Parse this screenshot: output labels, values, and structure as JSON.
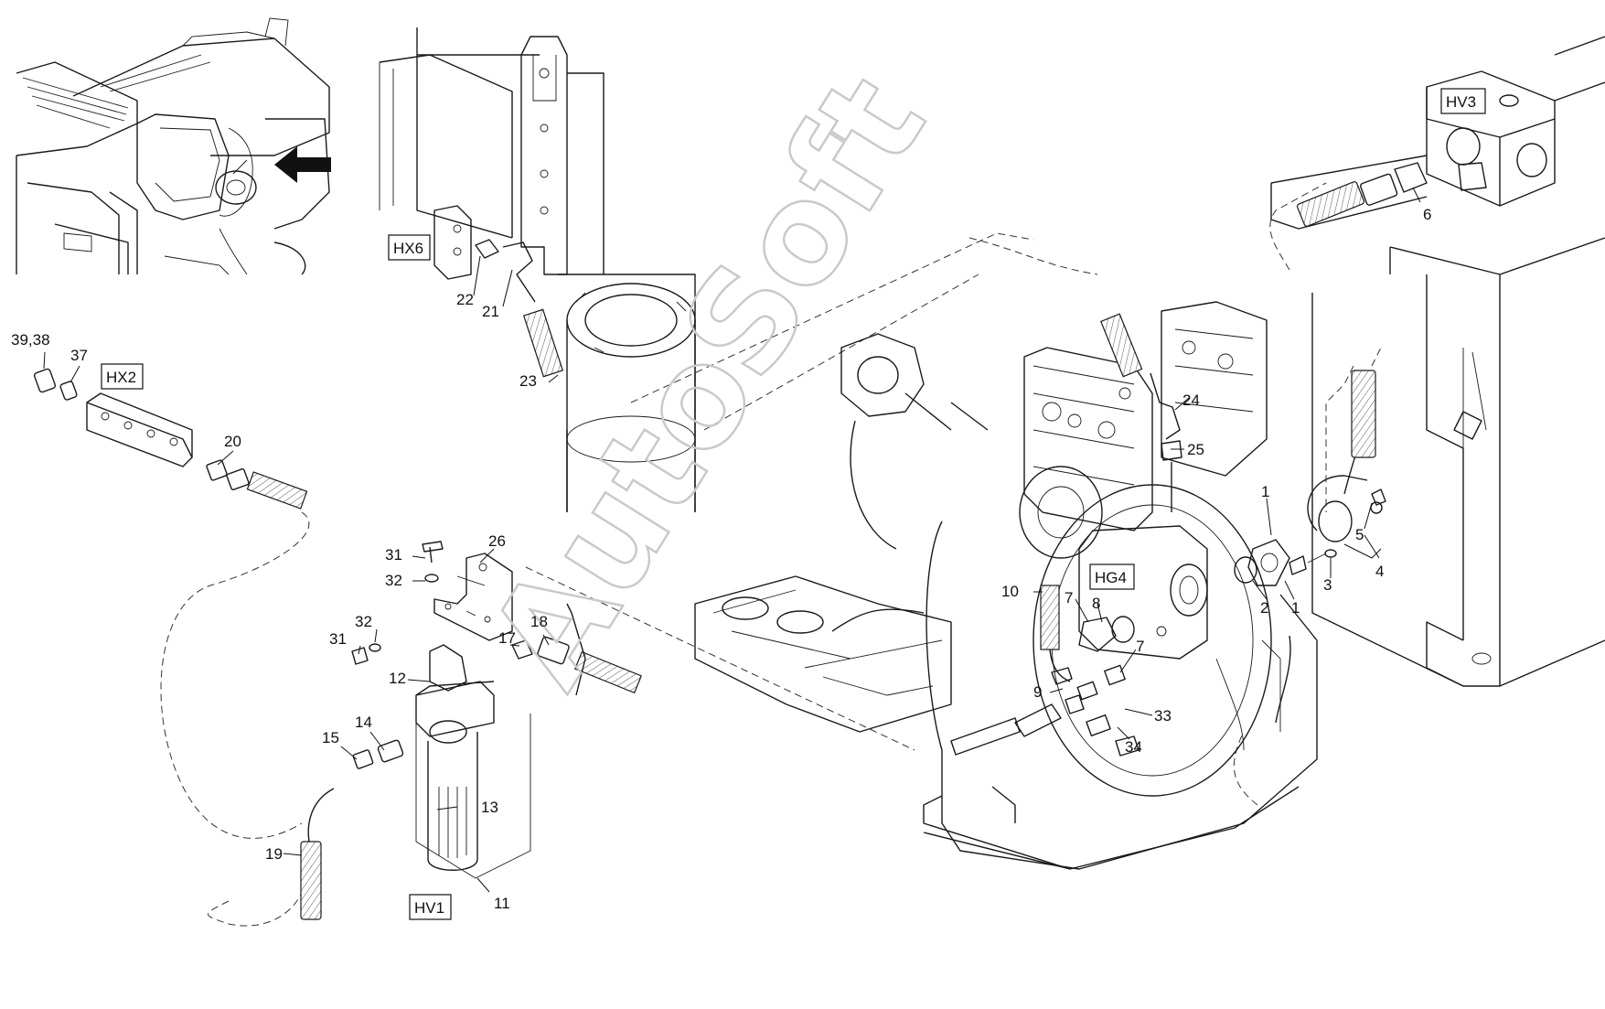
{
  "watermark": "AutoSoft",
  "tags": {
    "hx6": "HX6",
    "hx2": "HX2",
    "hv1": "HV1",
    "hg4": "HG4",
    "hv3": "HV3"
  },
  "callouts": {
    "c39_38": "39,38",
    "c37": "37",
    "c20": "20",
    "c22": "22",
    "c21": "21",
    "c23": "23",
    "c31a": "31",
    "c32a": "32",
    "c26": "26",
    "c31b": "31",
    "c32b": "32",
    "c12": "12",
    "c17": "17",
    "c18": "18",
    "c14": "14",
    "c15": "15",
    "c13": "13",
    "c19": "19",
    "c11": "11",
    "c24": "24",
    "c25": "25",
    "c10": "10",
    "c7a": "7",
    "c8": "8",
    "c7b": "7",
    "c9": "9",
    "c33": "33",
    "c34": "34",
    "c1a": "1",
    "c2": "2",
    "c1b": "1",
    "c3": "3",
    "c5": "5",
    "c4": "4",
    "c6": "6"
  }
}
